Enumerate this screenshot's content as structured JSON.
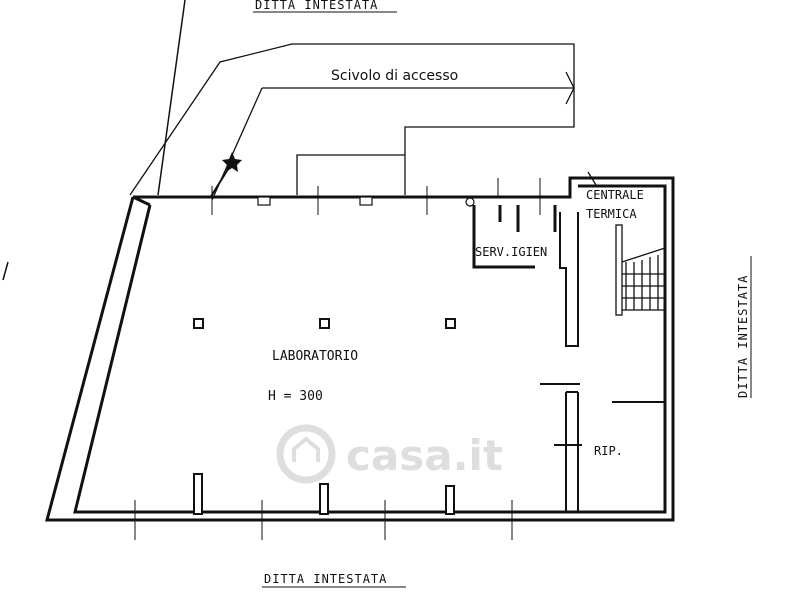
{
  "labels": {
    "neighbor_top": "DITTA INTESTATA",
    "neighbor_right": "DITTA INTESTATA",
    "neighbor_bottom": "DITTA INTESTATA",
    "ramp": "Scivolo di accesso",
    "boiler_room_line1": "CENTRALE",
    "boiler_room_line2": "TERMICA",
    "restrooms": "SERV.IGIEN",
    "lab": "LABORATORIO",
    "height": "H = 300",
    "storage": "RIP."
  },
  "watermark": {
    "text": "casa.it"
  },
  "colors": {
    "ink": "#111111",
    "paper": "#ffffff",
    "watermark": "#d9d9d9"
  }
}
